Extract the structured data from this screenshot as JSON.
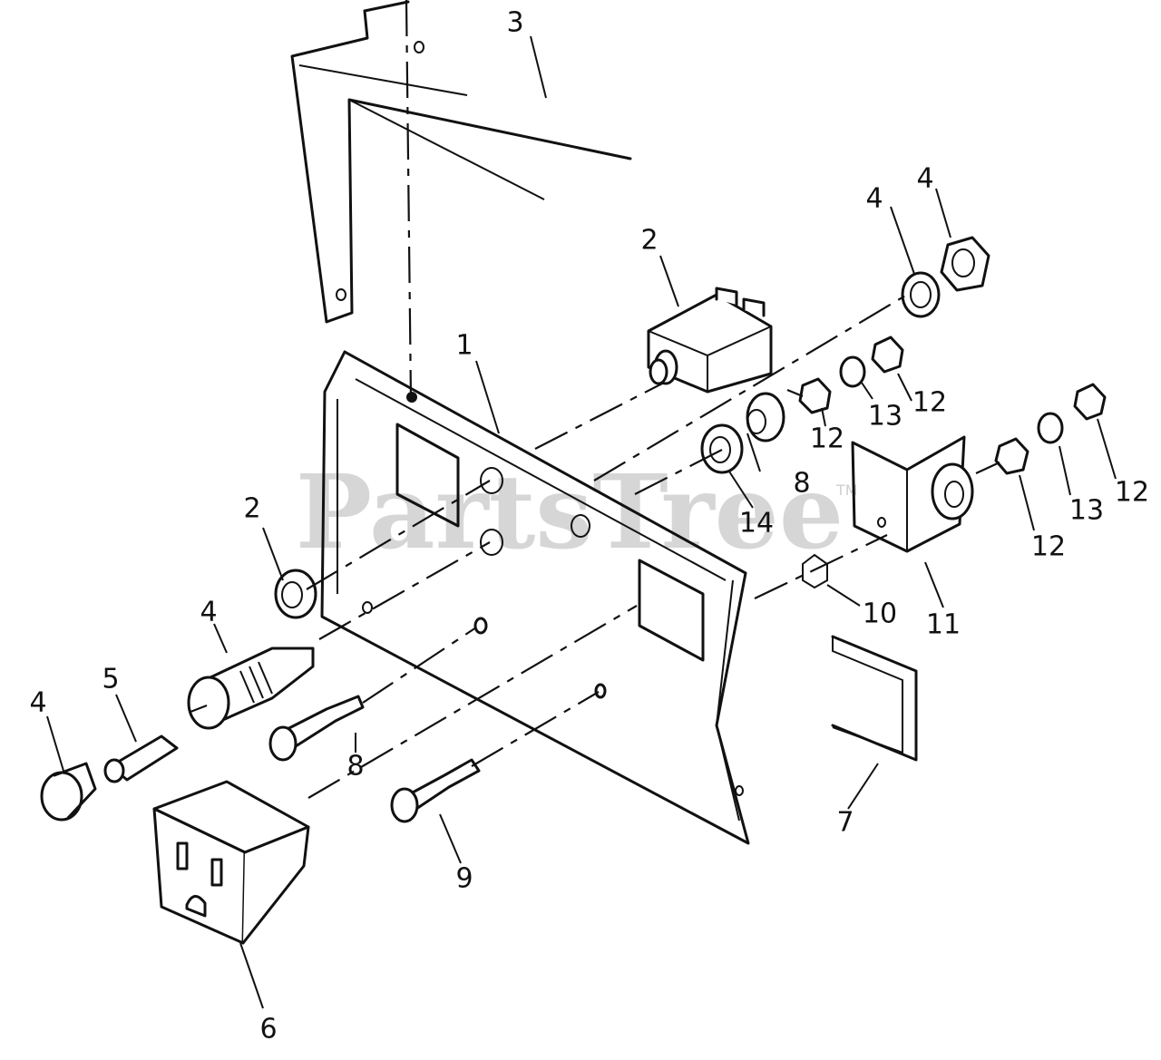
{
  "watermark": {
    "text": "PartsTree",
    "mark": "TM"
  },
  "callouts": [
    "1",
    "2",
    "2",
    "3",
    "4",
    "4",
    "4",
    "4",
    "5",
    "6",
    "7",
    "8",
    "8",
    "9",
    "10",
    "11",
    "12",
    "12",
    "12",
    "12",
    "13",
    "13",
    "14"
  ],
  "parts": [
    "panel",
    "bracket",
    "breaker",
    "outlet",
    "fuse-holder",
    "fuse",
    "knob",
    "terminal-post",
    "bracket-angle",
    "insulator",
    "lock-washer",
    "nut",
    "washer",
    "grommet"
  ]
}
